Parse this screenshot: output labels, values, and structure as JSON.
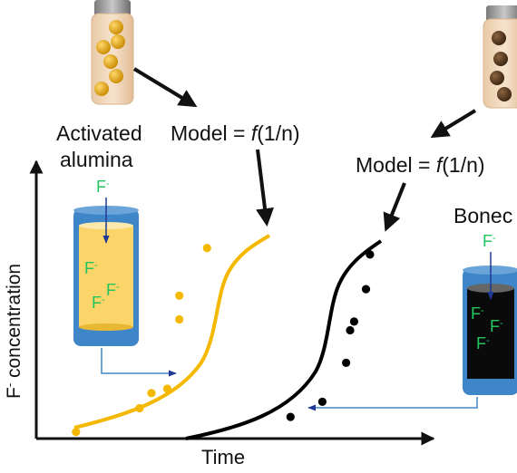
{
  "axes": {
    "x_label": "Time",
    "y_label_main": "F",
    "y_label_sup": "-",
    "y_label_rest": " concentration"
  },
  "adsorbents": {
    "left": {
      "name_line1": "Activated",
      "name_line2": "alumina"
    },
    "right": {
      "name": "Bonec"
    }
  },
  "model_labels": {
    "left": {
      "prefix": "Model = ",
      "func": "f",
      "suffix": "(1/n)"
    },
    "right": {
      "prefix": "Model = ",
      "func": "f",
      "suffix": "(1/n)"
    }
  },
  "ion": {
    "symbol": "F",
    "charge": "-"
  },
  "colors": {
    "alumina_curve": "#f5b800",
    "bonechar_curve": "#000000",
    "column_blue": "#3f86c8",
    "column_yellow": "#fbd56a",
    "fluoride_green": "#22c55e",
    "pointer_blue": "#1f3a93"
  },
  "chart_data": {
    "type": "scatter",
    "xlabel": "Time",
    "ylabel": "F- concentration",
    "series": [
      {
        "name": "Activated alumina",
        "color": "#f5b800",
        "points": [
          [
            0.1,
            0.03
          ],
          [
            0.26,
            0.14
          ],
          [
            0.29,
            0.21
          ],
          [
            0.33,
            0.23
          ],
          [
            0.36,
            0.55
          ],
          [
            0.36,
            0.66
          ],
          [
            0.43,
            0.88
          ]
        ]
      },
      {
        "name": "Bonec",
        "color": "#000000",
        "points": [
          [
            0.64,
            0.1
          ],
          [
            0.72,
            0.17
          ],
          [
            0.78,
            0.35
          ],
          [
            0.79,
            0.5
          ],
          [
            0.8,
            0.54
          ],
          [
            0.83,
            0.69
          ],
          [
            0.84,
            0.85
          ]
        ]
      }
    ]
  }
}
